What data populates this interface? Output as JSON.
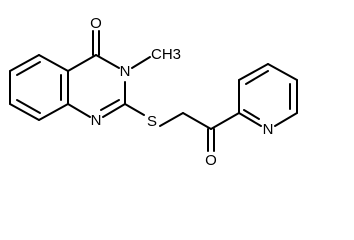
{
  "molecule": {
    "atom_labels": {
      "ketone_oxygen_ring": "O",
      "ring_n3": "N",
      "methyl": "CH3",
      "ring_n1": "N",
      "sulfur": "S",
      "ketone_oxygen_chain": "O",
      "pyridine_n": "N"
    }
  }
}
